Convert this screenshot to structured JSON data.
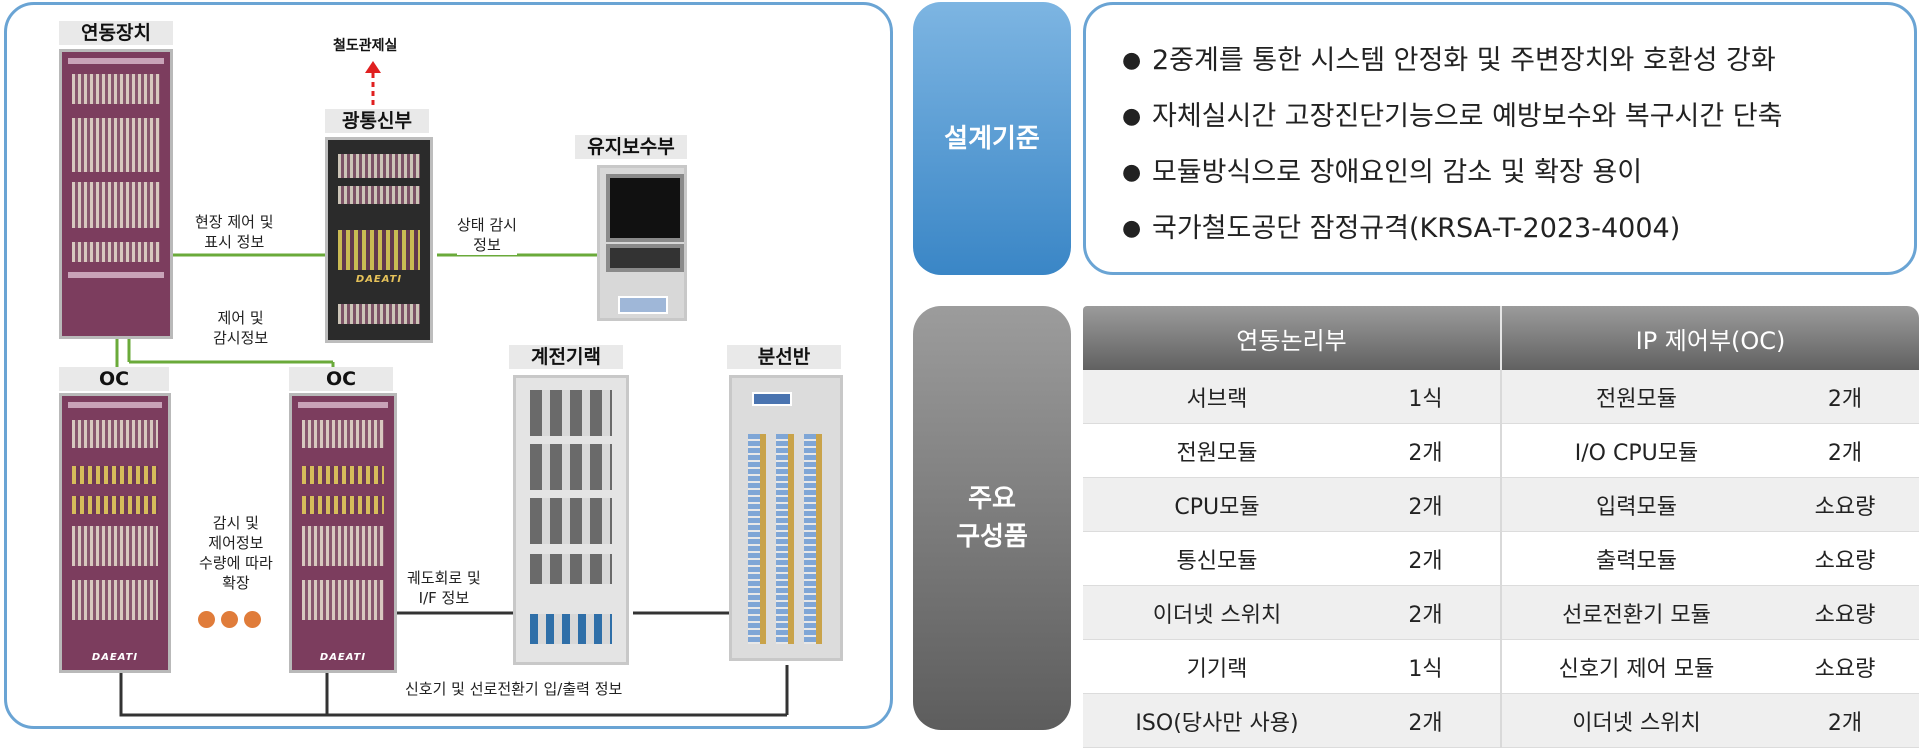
{
  "diagram": {
    "units": {
      "interlocking": "연동장치",
      "optical": "광통신부",
      "maintenance": "유지보수부",
      "oc1": "OC",
      "oc2": "OC",
      "relay": "계전기랙",
      "distribution": "분선반"
    },
    "brand_text": "DAEATI",
    "control_room": "철도관제실",
    "labels": {
      "field_control": "현장 제어 및\n표시 정보",
      "status_monitor": "상태 감시\n정보",
      "control_monitor": "제어 및\n감시정보",
      "expand": "감시 및\n제어정보\n수량에 따라\n확장",
      "track_circuit": "궤도회로 및\nI/F 정보",
      "signal_io": "신호기 및 선로전환기 입/출력 정보"
    },
    "colors": {
      "green_wire": "#6aaa3a",
      "dark_wire": "#333333",
      "arrow": "#e02020"
    }
  },
  "design": {
    "title": "설계기준",
    "items": [
      "2중계를 통한 시스템 안정화 및 주변장치와 호환성 강화",
      "자체실시간 고장진단기능으로 예방보수와 복구시간 단축",
      "모듈방식으로 장애요인의 감소 및 확장 용이",
      "국가철도공단 잠정규격(KRSA-T-2023-4004)"
    ]
  },
  "components": {
    "title": "주요\n구성품",
    "headers": [
      "연동논리부",
      "IP 제어부(OC)"
    ],
    "rows": [
      [
        "서브랙",
        "1식",
        "전원모듈",
        "2개"
      ],
      [
        "전원모듈",
        "2개",
        "I/O CPU모듈",
        "2개"
      ],
      [
        "CPU모듈",
        "2개",
        "입력모듈",
        "소요량"
      ],
      [
        "통신모듈",
        "2개",
        "출력모듈",
        "소요량"
      ],
      [
        "이더넷 스위치",
        "2개",
        "선로전환기 모듈",
        "소요량"
      ],
      [
        "기기랙",
        "1식",
        "신호기 제어 모듈",
        "소요량"
      ],
      [
        "ISO(당사만 사용)",
        "2개",
        "이더넷 스위치",
        "2개"
      ]
    ]
  }
}
